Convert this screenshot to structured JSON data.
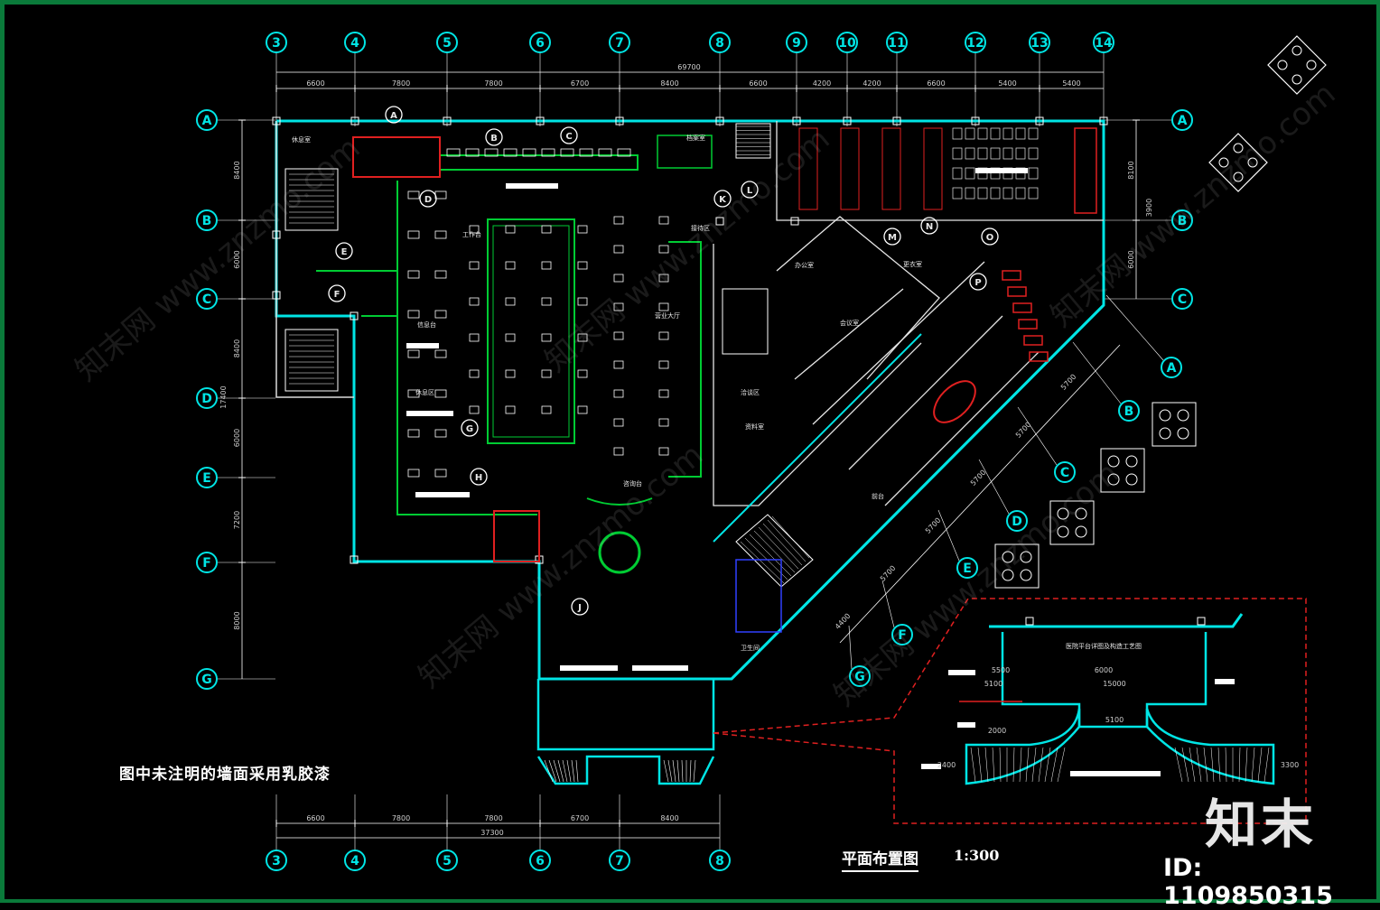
{
  "drawing": {
    "note": "图中未注明的墙面采用乳胶漆",
    "title": "平面布置图",
    "scale": "1:300",
    "image_id": "ID: 1109850315",
    "brand_logo": "知末",
    "watermark_text": "知末网 www.znzmo.com"
  },
  "grid": {
    "top_axis": [
      "3",
      "4",
      "5",
      "6",
      "7",
      "8",
      "9",
      "10",
      "11",
      "12",
      "13",
      "14"
    ],
    "bottom_axis": [
      "3",
      "4",
      "5",
      "6",
      "7",
      "8"
    ],
    "left_axis": [
      "A",
      "B",
      "C",
      "D",
      "E",
      "F",
      "G"
    ],
    "right_axis": [
      "A",
      "B",
      "C"
    ],
    "diagonal_axis": [
      "A",
      "B",
      "C",
      "D",
      "E",
      "F",
      "G"
    ]
  },
  "dimensions": {
    "top_total": "69700",
    "top_segments": [
      "6600",
      "7800",
      "7800",
      "6700",
      "8400",
      "6600",
      "4200",
      "4200",
      "6600",
      "5400",
      "5400"
    ],
    "bottom_total": "37300",
    "bottom_segments": [
      "6600",
      "7800",
      "7800",
      "6700",
      "8400"
    ],
    "left_total": "17400",
    "left_segments": [
      "8400",
      "6000",
      "8400",
      "6000",
      "7200",
      "8000"
    ],
    "right_segments": [
      "8100",
      "6000"
    ],
    "right_total": "3900",
    "diagonal_segments": [
      "4400",
      "5700",
      "5700",
      "5700",
      "5700",
      "5700"
    ],
    "entrance_depth": "6000"
  },
  "markers": [
    "A",
    "B",
    "C",
    "D",
    "E",
    "F",
    "G",
    "H",
    "J",
    "K",
    "L",
    "M",
    "N",
    "O",
    "P"
  ],
  "room_labels": [
    "休息室",
    "工作台",
    "休息区",
    "信息台",
    "咨询台",
    "接待区",
    "营业大厅",
    "洽谈区",
    "办公室",
    "会议室",
    "更衣室",
    "卫生间",
    "前台",
    "资料室",
    "档案室"
  ],
  "detail": {
    "title": "医院平台详图及构造工艺图",
    "dims": [
      "5100",
      "15000",
      "5100",
      "5500",
      "6000",
      "2000",
      "2400",
      "3300"
    ]
  },
  "colors": {
    "wall": "#00e5e5",
    "furniture_green": "#00cc33",
    "furniture_red": "#e02020",
    "text": "#ffffff",
    "frame": "#0a7a3a"
  }
}
